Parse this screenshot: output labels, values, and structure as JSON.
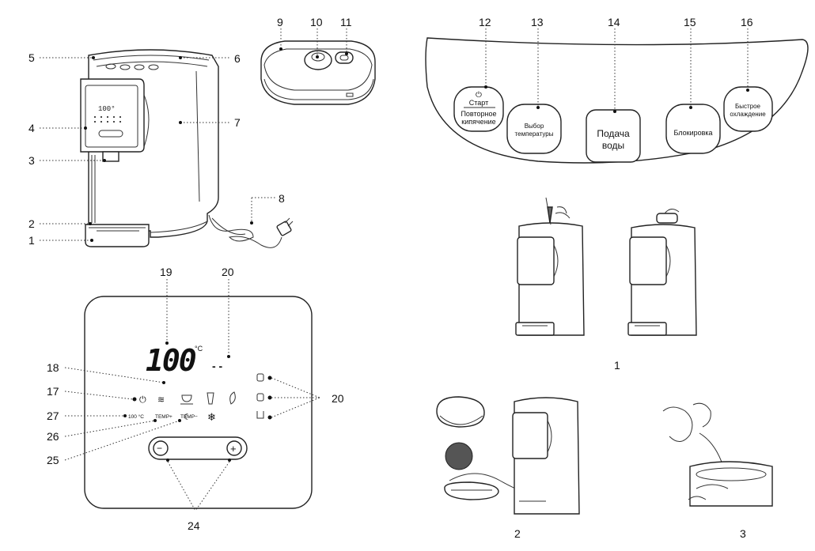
{
  "callouts": {
    "n1": "1",
    "n2": "2",
    "n3": "3",
    "n4": "4",
    "n5": "5",
    "n6": "6",
    "n7": "7",
    "n8": "8",
    "n9": "9",
    "n10": "10",
    "n11": "11",
    "n12": "12",
    "n13": "13",
    "n14": "14",
    "n15": "15",
    "n16": "16",
    "n17": "17",
    "n18": "18",
    "n19": "19",
    "n20a": "20",
    "n20b": "20",
    "n24": "24",
    "n25": "25",
    "n26": "26",
    "n27": "27"
  },
  "control_panel": {
    "start_symbol": "⏻",
    "start_label": "Старт",
    "reboil_line1": "Повторное",
    "reboil_line2": "кипячение",
    "temp_select_line1": "Выбор",
    "temp_select_line2": "температуры",
    "dispense_line1": "Подача",
    "dispense_line2": "воды",
    "lock_label": "Блокировка",
    "fast_cool_line1": "Быстрое",
    "fast_cool_line2": "охлаждение"
  },
  "display_panel": {
    "temperature": "100",
    "unit": "°C",
    "dashes": "- -",
    "label_100c": "100 °C",
    "temp_plus": "TEMP+",
    "temp_minus": "TEMP−",
    "minus_symbol": "−",
    "plus_symbol": "+"
  },
  "steps": {
    "step1": "1",
    "step2": "2",
    "step3": "3"
  }
}
